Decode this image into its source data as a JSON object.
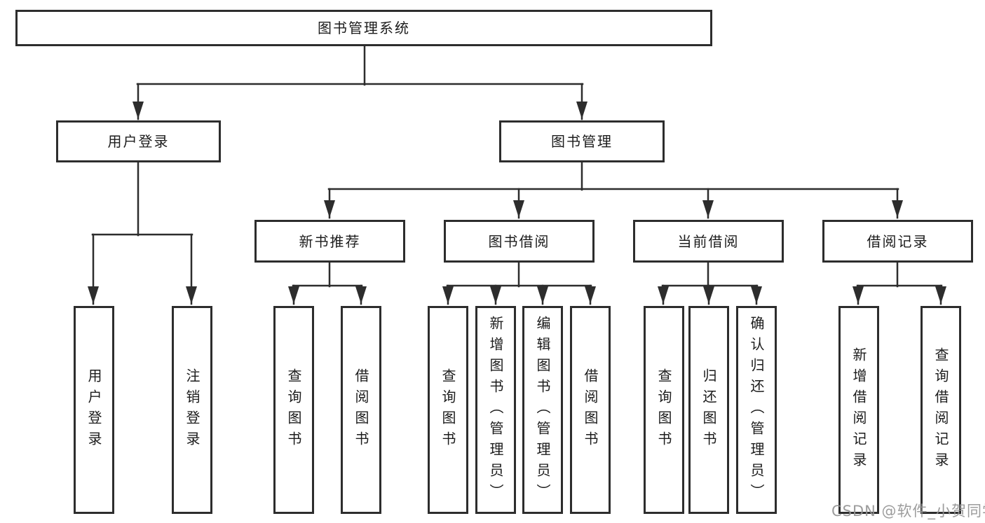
{
  "tree": {
    "label": "图书管理系统",
    "children": [
      {
        "label": "用户登录",
        "children": [
          {
            "label": "用户登录"
          },
          {
            "label": "注销登录"
          }
        ]
      },
      {
        "label": "图书管理",
        "children": [
          {
            "label": "新书推荐",
            "children": [
              {
                "label": "查询图书"
              },
              {
                "label": "借阅图书"
              }
            ]
          },
          {
            "label": "图书借阅",
            "children": [
              {
                "label": "查询图书"
              },
              {
                "label": "新增图书（管理员）"
              },
              {
                "label": "编辑图书（管理员）"
              },
              {
                "label": "借阅图书"
              }
            ]
          },
          {
            "label": "当前借阅",
            "children": [
              {
                "label": "查询图书"
              },
              {
                "label": "归还图书"
              },
              {
                "label": "确认归还（管理员）"
              }
            ]
          },
          {
            "label": "借阅记录",
            "children": [
              {
                "label": "新增借阅记录"
              },
              {
                "label": "查询借阅记录"
              }
            ]
          }
        ]
      }
    ]
  },
  "watermark": "CSDN @软件_小贺同学",
  "colors": {
    "line": "#2d2d2d",
    "border": "#2d2d2d",
    "text": "#1c1c1c",
    "watermark": "#949494",
    "background": "#ffffff"
  }
}
